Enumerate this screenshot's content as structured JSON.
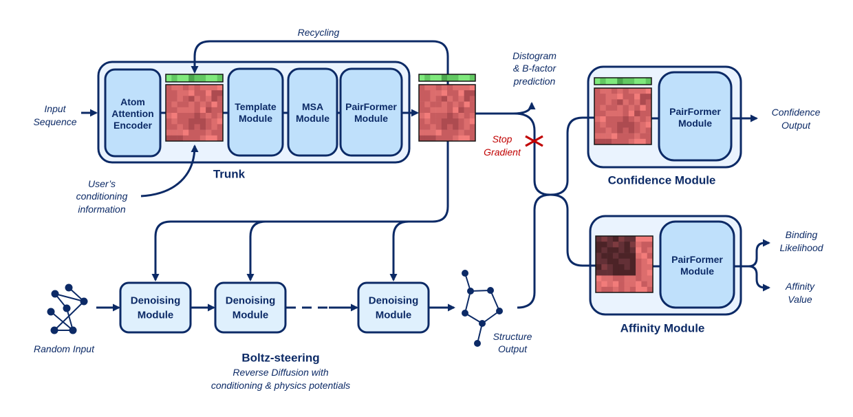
{
  "colors": {
    "navy": "#0c2a66",
    "panel_fill": "#eaf3fe",
    "module_fill": "#bfe0fb",
    "denoising_fill": "#dff0fd",
    "stop_gradient_red": "#c00000",
    "heat_red_levels": [
      "#f27c7a",
      "#dc6d6d",
      "#c75c5f",
      "#ad4b50"
    ],
    "heat_dark_levels": [
      "#7e3b40",
      "#633036",
      "#4c2327"
    ],
    "heat_green_levels": [
      "#7fe97c",
      "#62c862",
      "#4ba64d"
    ]
  },
  "inputs": {
    "input_sequence": [
      "Input",
      "Sequence"
    ],
    "user_conditioning": [
      "User’s",
      "conditioning",
      "information"
    ],
    "random_input": "Random Input"
  },
  "trunk": {
    "label": "Trunk",
    "recycling_label": "Recycling",
    "modules": {
      "atom_attention_encoder": [
        "Atom",
        "Attention",
        "Encoder"
      ],
      "template": [
        "Template",
        "Module"
      ],
      "msa": [
        "MSA",
        "Module"
      ],
      "pairformer": [
        "PairFormer",
        "Module"
      ]
    }
  },
  "distogram_output": [
    "Distogram",
    "& B-factor",
    "prediction"
  ],
  "stop_gradient": [
    "Stop",
    "Gradient"
  ],
  "diffusion": {
    "title": "Boltz-steering",
    "subtitle": [
      "Reverse Diffusion with",
      "conditioning & physics potentials"
    ],
    "denoising_modules": [
      [
        "Denoising",
        "Module"
      ],
      [
        "Denoising",
        "Module"
      ],
      [
        "Denoising",
        "Module"
      ]
    ],
    "structure_output": [
      "Structure",
      "Output"
    ]
  },
  "confidence": {
    "label": "Confidence Module",
    "pairformer": [
      "PairFormer",
      "Module"
    ],
    "output": [
      "Confidence",
      "Output"
    ]
  },
  "affinity": {
    "label": "Affinity Module",
    "pairformer": [
      "PairFormer",
      "Module"
    ],
    "outputs": {
      "binding_likelihood": [
        "Binding",
        "Likelihood"
      ],
      "affinity_value": [
        "Affinity",
        "Value"
      ]
    }
  },
  "heatmaps": {
    "single_representation": [
      0,
      1,
      0,
      0,
      2,
      1,
      1,
      0,
      0,
      1
    ],
    "pair_representation": [
      [
        2,
        1,
        1,
        2,
        1,
        2,
        1,
        1,
        1,
        0
      ],
      [
        2,
        2,
        1,
        1,
        0,
        2,
        2,
        0,
        3,
        3
      ],
      [
        2,
        2,
        1,
        2,
        3,
        1,
        2,
        1,
        3,
        2
      ],
      [
        2,
        1,
        2,
        2,
        1,
        2,
        1,
        2,
        0,
        2
      ],
      [
        2,
        2,
        1,
        1,
        1,
        2,
        0,
        3,
        2,
        2
      ],
      [
        1,
        0,
        2,
        2,
        2,
        3,
        2,
        1,
        2,
        1
      ],
      [
        2,
        1,
        2,
        2,
        3,
        3,
        3,
        2,
        1,
        0
      ],
      [
        2,
        2,
        1,
        2,
        3,
        2,
        3,
        2,
        1,
        2
      ],
      [
        1,
        1,
        1,
        0,
        2,
        2,
        2,
        1,
        2,
        2
      ],
      [
        3,
        3,
        3,
        2,
        2,
        2,
        1,
        0,
        0,
        2
      ]
    ],
    "affinity_pair_representation": [
      [
        5,
        4,
        5,
        6,
        4,
        5,
        5,
        0,
        0,
        0
      ],
      [
        6,
        6,
        5,
        4,
        5,
        6,
        4,
        1,
        2,
        2
      ],
      [
        6,
        5,
        6,
        6,
        5,
        6,
        5,
        0,
        2,
        1
      ],
      [
        5,
        6,
        6,
        5,
        6,
        6,
        6,
        1,
        0,
        2
      ],
      [
        5,
        5,
        6,
        6,
        5,
        5,
        6,
        2,
        1,
        0
      ],
      [
        6,
        4,
        5,
        6,
        6,
        5,
        6,
        2,
        1,
        1
      ],
      [
        5,
        5,
        5,
        6,
        6,
        6,
        6,
        2,
        1,
        0
      ],
      [
        0,
        1,
        1,
        2,
        2,
        1,
        1,
        2,
        1,
        1
      ],
      [
        1,
        0,
        1,
        0,
        2,
        1,
        1,
        0,
        2,
        1
      ],
      [
        1,
        2,
        2,
        1,
        2,
        1,
        2,
        0,
        0,
        2
      ]
    ]
  }
}
